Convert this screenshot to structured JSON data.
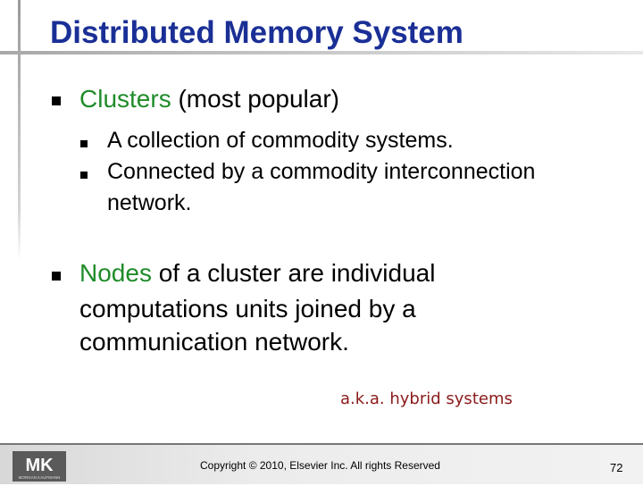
{
  "slide": {
    "title": "Distributed Memory System",
    "bullets": [
      {
        "lead": "Clusters",
        "rest": " (most popular)",
        "sub": [
          "A collection of commodity systems.",
          "Connected by a commodity interconnection",
          "network."
        ]
      },
      {
        "lead": "Nodes",
        "lines": [
          " of a cluster are individual",
          "computations units joined by a",
          "communication network."
        ]
      }
    ],
    "note": "a.k.a. hybrid systems"
  },
  "footer": {
    "logo_text": "MK",
    "logo_subtext": "MORGAN KAUFMANN",
    "copyright": "Copyright © 2010, Elsevier Inc. All rights Reserved",
    "page_number": "72"
  },
  "colors": {
    "title": "#1a2f96",
    "highlight": "#1f8c2a",
    "note": "#8a1a1a"
  }
}
